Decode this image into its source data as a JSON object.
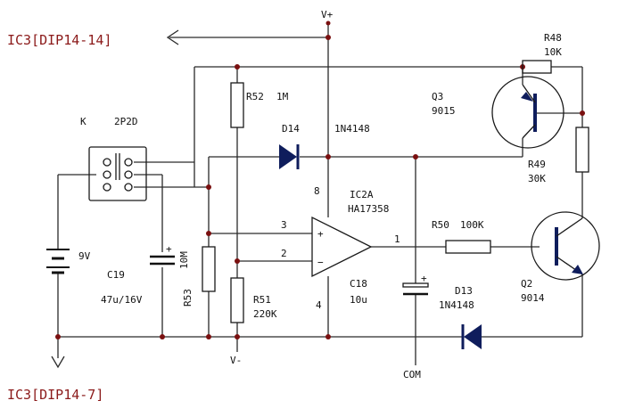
{
  "ext_top": "IC3[DIP14-14]",
  "ext_bottom": "IC3[DIP14-7]",
  "vplus": "V+",
  "vminus": "V-",
  "com": "COM",
  "switch": {
    "name": "K",
    "type": "2P2D"
  },
  "battery": "9V",
  "c19": {
    "name": "C19",
    "value": "47u/16V"
  },
  "r53": {
    "name": "R53",
    "value": "10M"
  },
  "r52": {
    "name": "R52",
    "value": "1M"
  },
  "r51": {
    "name": "R51",
    "value": "220K"
  },
  "d14": {
    "name": "D14",
    "part": "1N4148"
  },
  "ic": {
    "name": "IC2A",
    "part": "HA17358",
    "pin8": "8",
    "pin4": "4",
    "pin3": "3",
    "pin2": "2",
    "pin1": "1",
    "plus": "+",
    "minus": "−"
  },
  "c18": {
    "name": "C18",
    "value": "10u"
  },
  "r50": {
    "name": "R50",
    "value": "100K"
  },
  "d13": {
    "name": "D13",
    "part": "1N4148"
  },
  "q3": {
    "name": "Q3",
    "part": "9015"
  },
  "q2": {
    "name": "Q2",
    "part": "9014"
  },
  "r48": {
    "name": "R48",
    "value": "10K"
  },
  "r49": {
    "name": "R49",
    "value": "30K"
  },
  "polarity_plus": "+"
}
